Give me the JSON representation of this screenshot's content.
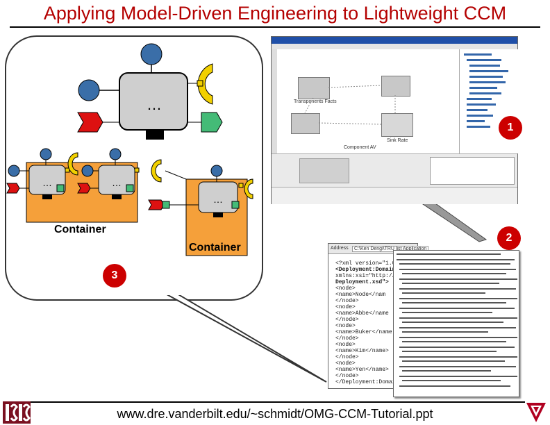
{
  "slide": {
    "title": "Applying Model-Driven Engineering to Lightweight CCM",
    "footer_url": "www.dre.vanderbilt.edu/~schmidt/OMG-CCM-Tutorial.ppt"
  },
  "diagram": {
    "component_ellipsis": "…",
    "container_left_label": "Container",
    "container_right_label": "Container"
  },
  "badges": {
    "one": "1",
    "two": "2",
    "three": "3"
  },
  "screenshot_tool": {
    "labels": [
      "Transponents Facts",
      "Component AV",
      "Sink Rate"
    ]
  },
  "xml_window": {
    "address_label": "Address",
    "address_value": "C:\\Ken Dengi\\TRU list Application",
    "lines": [
      "<?xml version=\"1.0\" enc",
      "<Deployment:Domain x",
      " xmlns:xsi=\"http://",
      " Deployment.xsd\">",
      " <node>",
      "  <name>Node</nam",
      " </node>",
      " <node>",
      "  <name>Abbe</name",
      " </node>",
      " <node>",
      "  <name>Buker</name",
      " </node>",
      " <node>",
      "  <name>Kim</name>",
      " </node>",
      " <node>",
      "  <name>Yen</name>",
      " </node>",
      "</Deployment:Domain>"
    ]
  },
  "colors": {
    "title_red": "#b40000",
    "component_gray": "#cfcfcf",
    "port_blue": "#3a6ea8",
    "facet_red": "#dd1111",
    "receptacle_green": "#44bb77",
    "event_yellow": "#f2d000",
    "container_orange": "#f5a03a",
    "badge_red": "#cc0000"
  }
}
